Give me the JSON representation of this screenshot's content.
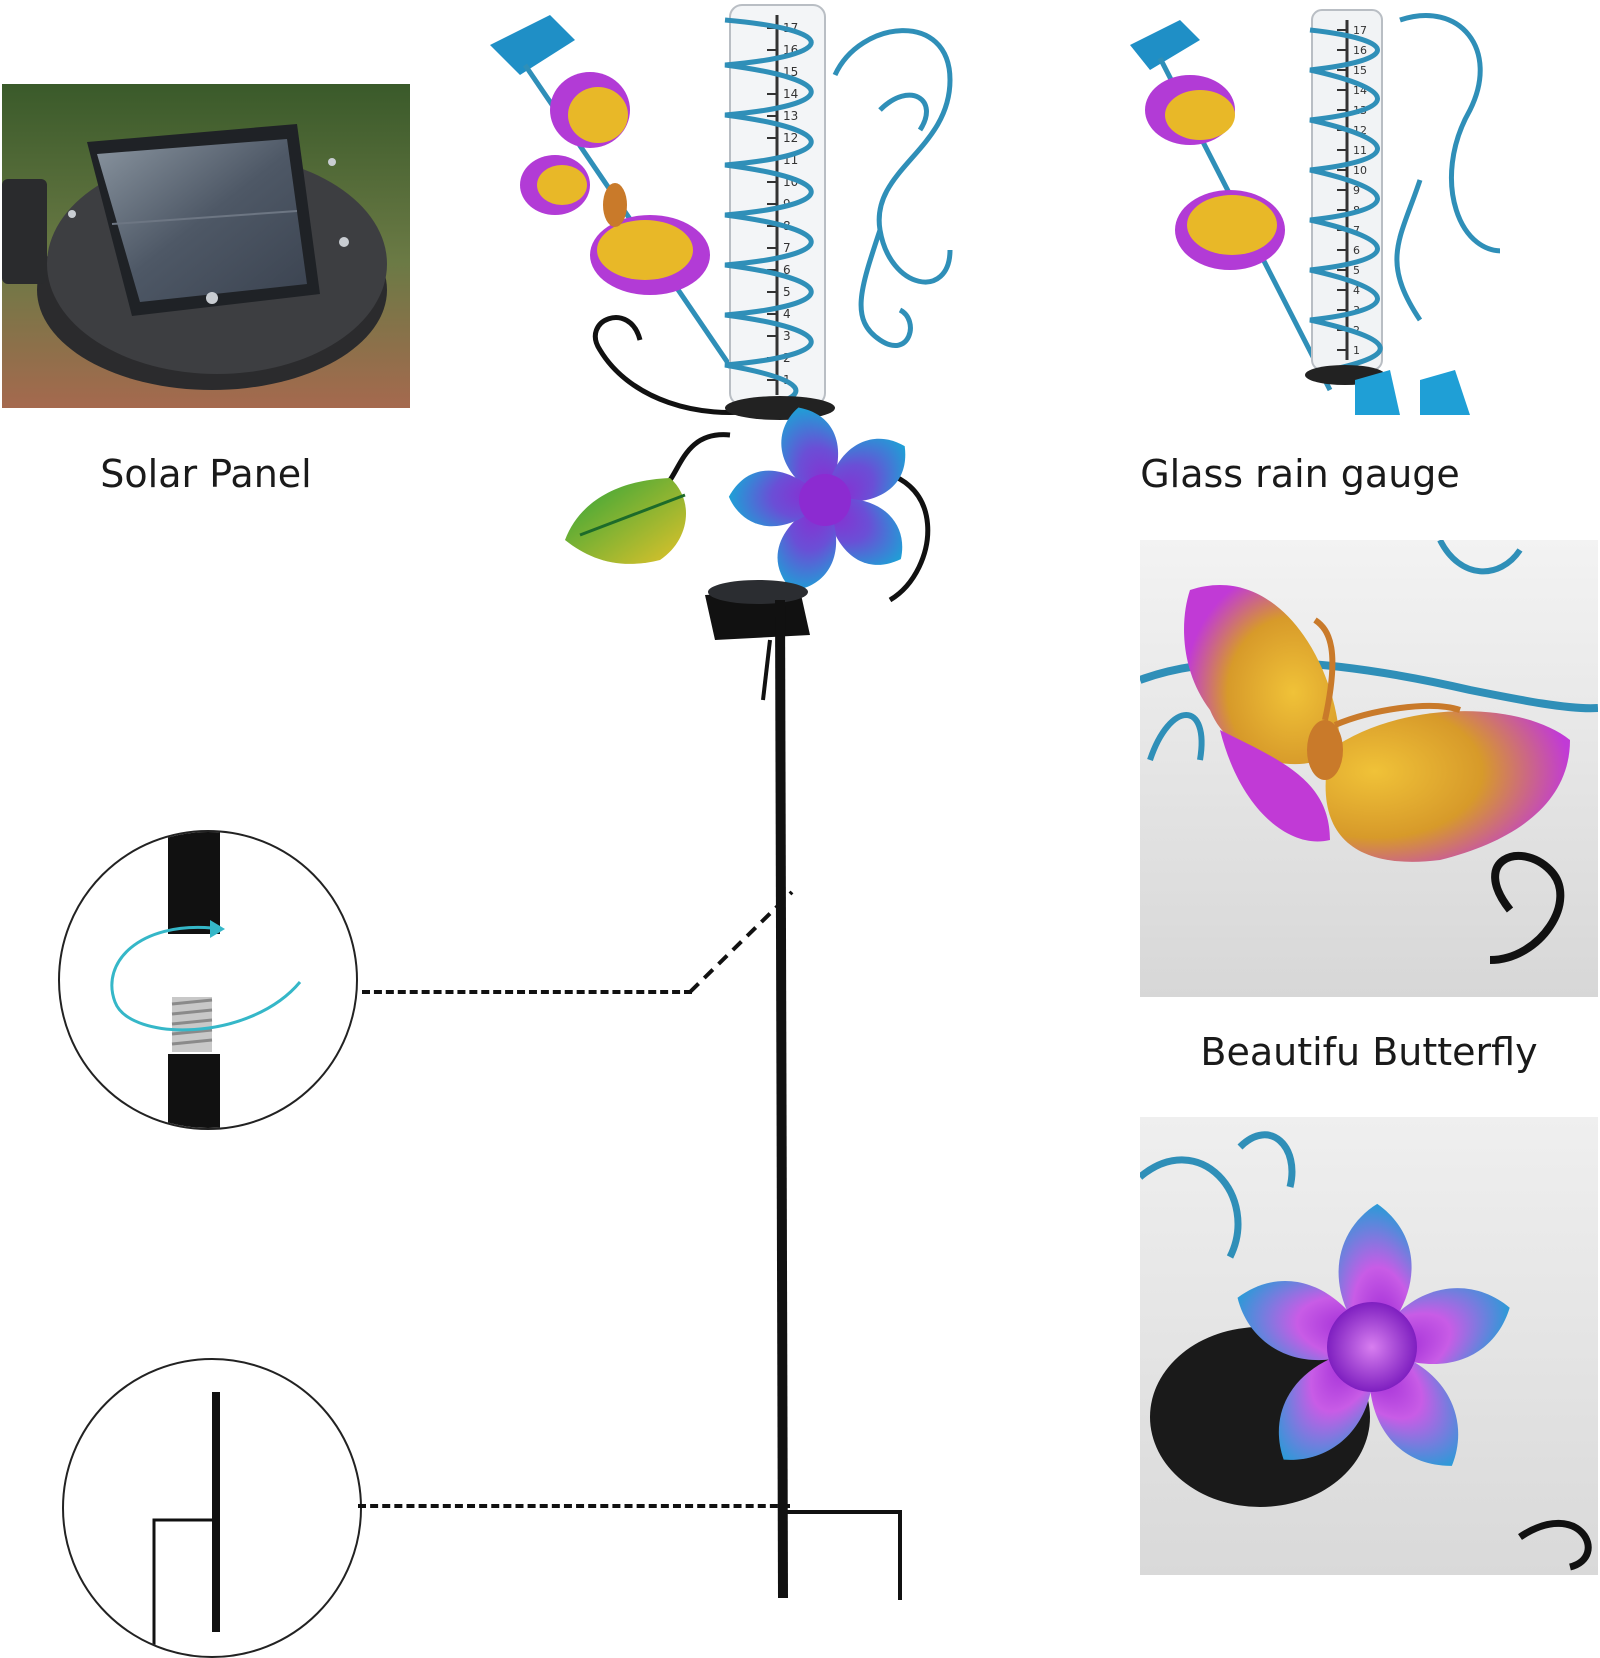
{
  "captions": {
    "solar_panel": "Solar Panel",
    "rain_gauge": "Glass rain gauge",
    "butterfly": "Beautifu Butterfly"
  },
  "gauge_scale": {
    "labels": [
      "17",
      "16",
      "15",
      "14",
      "13",
      "12",
      "11",
      "10",
      "9",
      "8",
      "7",
      "6",
      "5",
      "4",
      "3",
      "2",
      "1"
    ]
  },
  "colors": {
    "stake": "#111111",
    "gauge_swirl": "#2f8fb8",
    "butterfly_wing_inner": "#e8b828",
    "butterfly_wing_outer": "#b23bd6",
    "flower_petal": "#1f9fd6",
    "flower_center": "#8c2bd1",
    "leaf": "#2aa43a",
    "dashed_connector": "#111111",
    "rotate_arrow": "#35b7c8"
  },
  "icons": {
    "solar_panel": "solar-panel-photo",
    "rain_gauge": "rain-gauge-photo",
    "butterfly": "butterfly-photo",
    "flower": "flower-photo",
    "screw_joint": "screw-joint-icon",
    "ground_spike": "ground-spike-icon",
    "rotate_arrow": "rotate-arrow-icon"
  }
}
